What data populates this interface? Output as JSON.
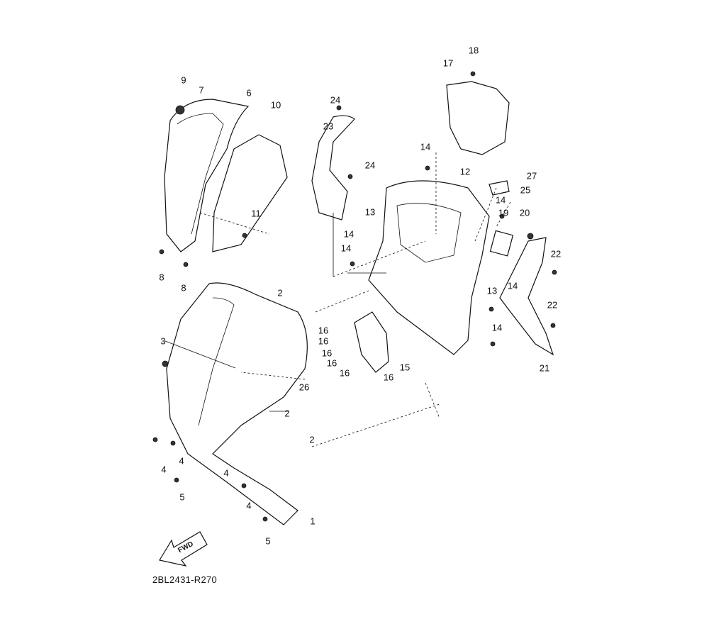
{
  "diagram": {
    "type": "exploded-parts-diagram",
    "part_labels": [
      "9",
      "7",
      "6",
      "10",
      "11",
      "8",
      "8",
      "24",
      "23",
      "24",
      "18",
      "17",
      "14",
      "12",
      "27",
      "25",
      "14",
      "19",
      "20",
      "13",
      "14",
      "14",
      "22",
      "2",
      "13",
      "14",
      "22",
      "16",
      "16",
      "16",
      "16",
      "16",
      "16",
      "15",
      "14",
      "21",
      "3",
      "26",
      "2",
      "2",
      "4",
      "4",
      "4",
      "5",
      "4",
      "1",
      "5"
    ],
    "direction_arrow": "FWD",
    "figure_code": "2BL2431-R270"
  }
}
